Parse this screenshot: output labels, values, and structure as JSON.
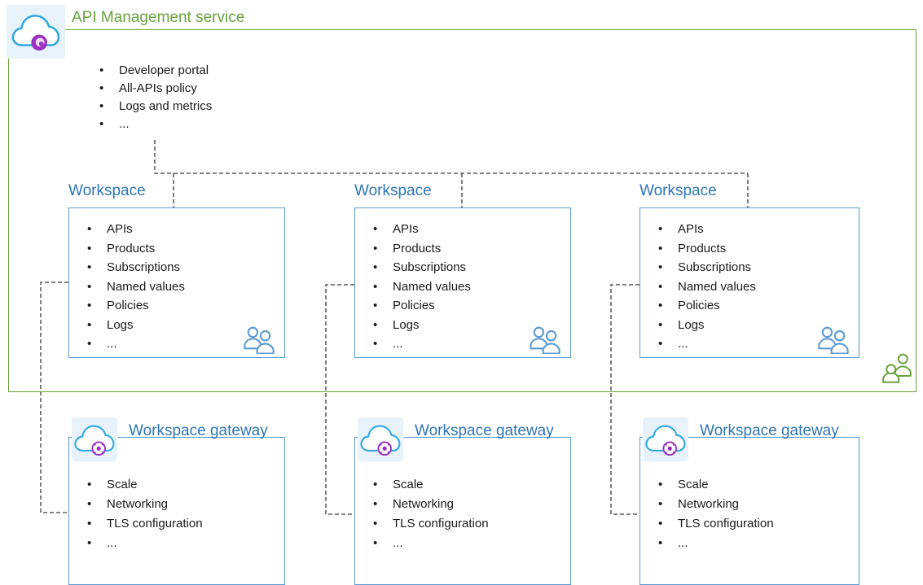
{
  "service": {
    "title": "API Management service",
    "features": [
      "Developer portal",
      "All-APIs policy",
      "Logs and metrics",
      "..."
    ]
  },
  "workspaces": [
    {
      "title": "Workspace",
      "features": [
        "APIs",
        "Products",
        "Subscriptions",
        "Named values",
        "Policies",
        "Logs",
        "..."
      ]
    },
    {
      "title": "Workspace",
      "features": [
        "APIs",
        "Products",
        "Subscriptions",
        "Named values",
        "Policies",
        "Logs",
        "..."
      ]
    },
    {
      "title": "Workspace",
      "features": [
        "APIs",
        "Products",
        "Subscriptions",
        "Named values",
        "Policies",
        "Logs",
        "..."
      ]
    }
  ],
  "gateways": [
    {
      "title": "Workspace gateway",
      "features": [
        "Scale",
        "Networking",
        "TLS configuration",
        "..."
      ]
    },
    {
      "title": "Workspace gateway",
      "features": [
        "Scale",
        "Networking",
        "TLS configuration",
        "..."
      ]
    },
    {
      "title": "Workspace gateway",
      "features": [
        "Scale",
        "Networking",
        "TLS configuration",
        "..."
      ]
    }
  ],
  "icons": {
    "service": "api-management-cloud-icon",
    "gateway": "workspace-gateway-cloud-icon",
    "workspace_team": "people-icon",
    "service_users": "people-icon-green"
  },
  "colors": {
    "service_accent": "#6AA23E",
    "workspace_accent": "#2E75B6",
    "box_border_blue": "#5B9BD5",
    "connector": "#3a3a3a",
    "cloud_blue": "#2FA8E1",
    "icon_purple": "#9B30BE",
    "people_blue": "#5B9BD5",
    "icon_bg": "#E8F2FB",
    "text": "#1a1a1a"
  }
}
